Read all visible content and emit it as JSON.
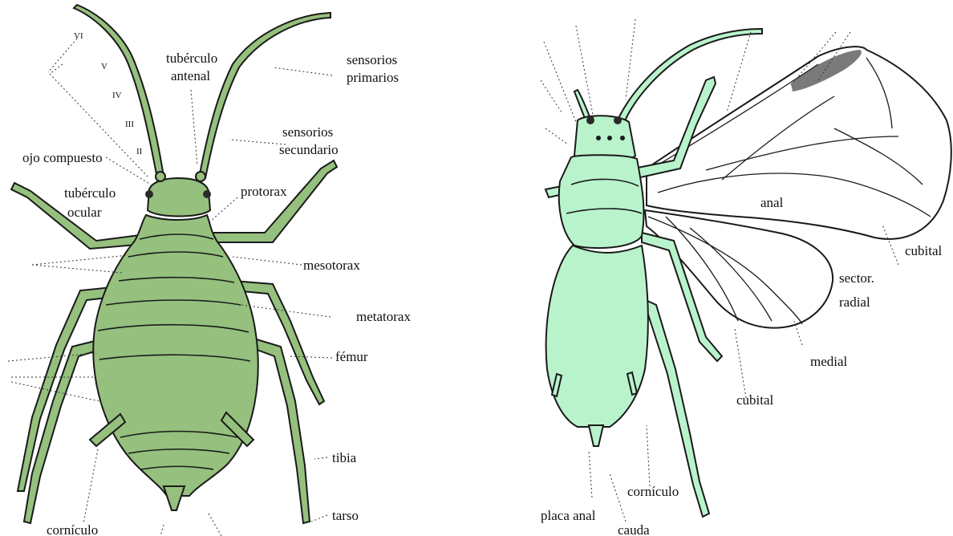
{
  "colors": {
    "wingless_body": "#95c07d",
    "winged_body": "#b9f3cc",
    "outline": "#1a1a1a",
    "background": "#ffffff"
  },
  "left_figure": {
    "antenna_segments": [
      "VI",
      "V",
      "IV",
      "III",
      "II"
    ],
    "labels": {
      "tuberculo_antenal": [
        "tubérculo",
        "antenal"
      ],
      "sensorios_primarios": [
        "sensorios",
        "primarios"
      ],
      "sensorios_secundario": [
        "sensorios",
        "secundario"
      ],
      "ojo_compuesto": "ojo compuesto",
      "tuberculo_ocular": [
        "tubérculo",
        "ocular"
      ],
      "protorax": "protorax",
      "mesotorax": "mesotorax",
      "metatorax": "metatorax",
      "femur": "fémur",
      "tibia": "tibia",
      "tarso": "tarso",
      "corniculo": "cornículo"
    }
  },
  "right_figure": {
    "labels": {
      "anal": "anal",
      "cubital_upper": "cubital",
      "sector_radial": [
        "sector.",
        "radial"
      ],
      "medial": "medial",
      "cubital_lower": "cubital",
      "corniculo": "cornículo",
      "placa_anal": "placa anal",
      "cauda": "cauda"
    }
  }
}
